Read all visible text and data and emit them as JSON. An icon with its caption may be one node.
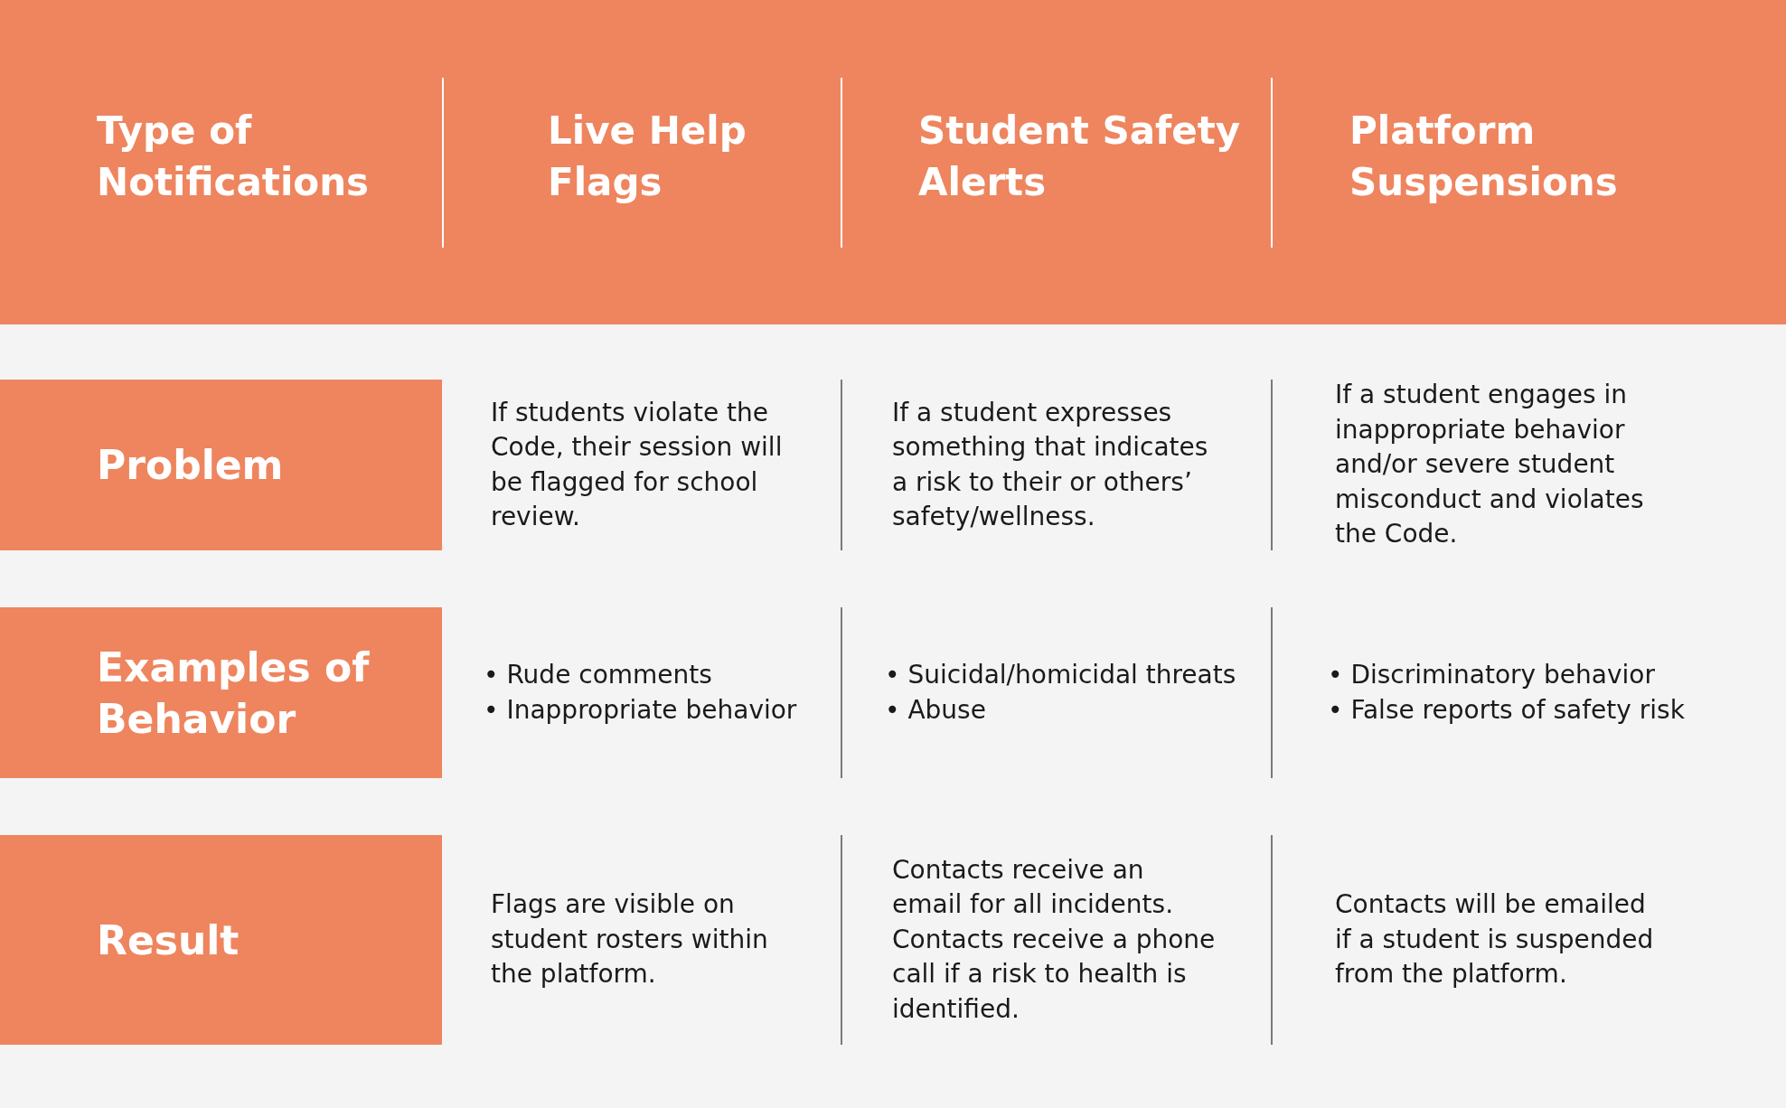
{
  "diagram": {
    "nodes": [
      {
        "text": [
          "Type of Notifications",
          "Live Help Flags",
          "Student Safety Alerts",
          "Platform Suspensions"
        ]
      },
      {
        "text": [
          "Problem"
        ]
      },
      {
        "text": [
          "Examples of Behavior"
        ]
      },
      {
        "text": [
          "Result"
        ]
      }
    ],
    "labels": [
      "If students violate the Code, their session will be flagged for school review.",
      "If a student expresses something that indicates a risk to their or others’ safety/wellness.",
      "If a student engages in inappropriate behavior and/or severe student misconduct and violates the Code.",
      "• Rude comments",
      "• Inappropriate behavior",
      "• Suicidal/homicidal threats",
      "• Abuse",
      "• Discriminatory behavior",
      "• False reports of safety risk",
      "Flags are visible on student rosters within the platform.",
      "Contacts receive an email for all incidents. Contacts receive a phone call if a risk to health is identified.",
      "Contacts will be emailed if a student is suspended from the platform."
    ]
  }
}
